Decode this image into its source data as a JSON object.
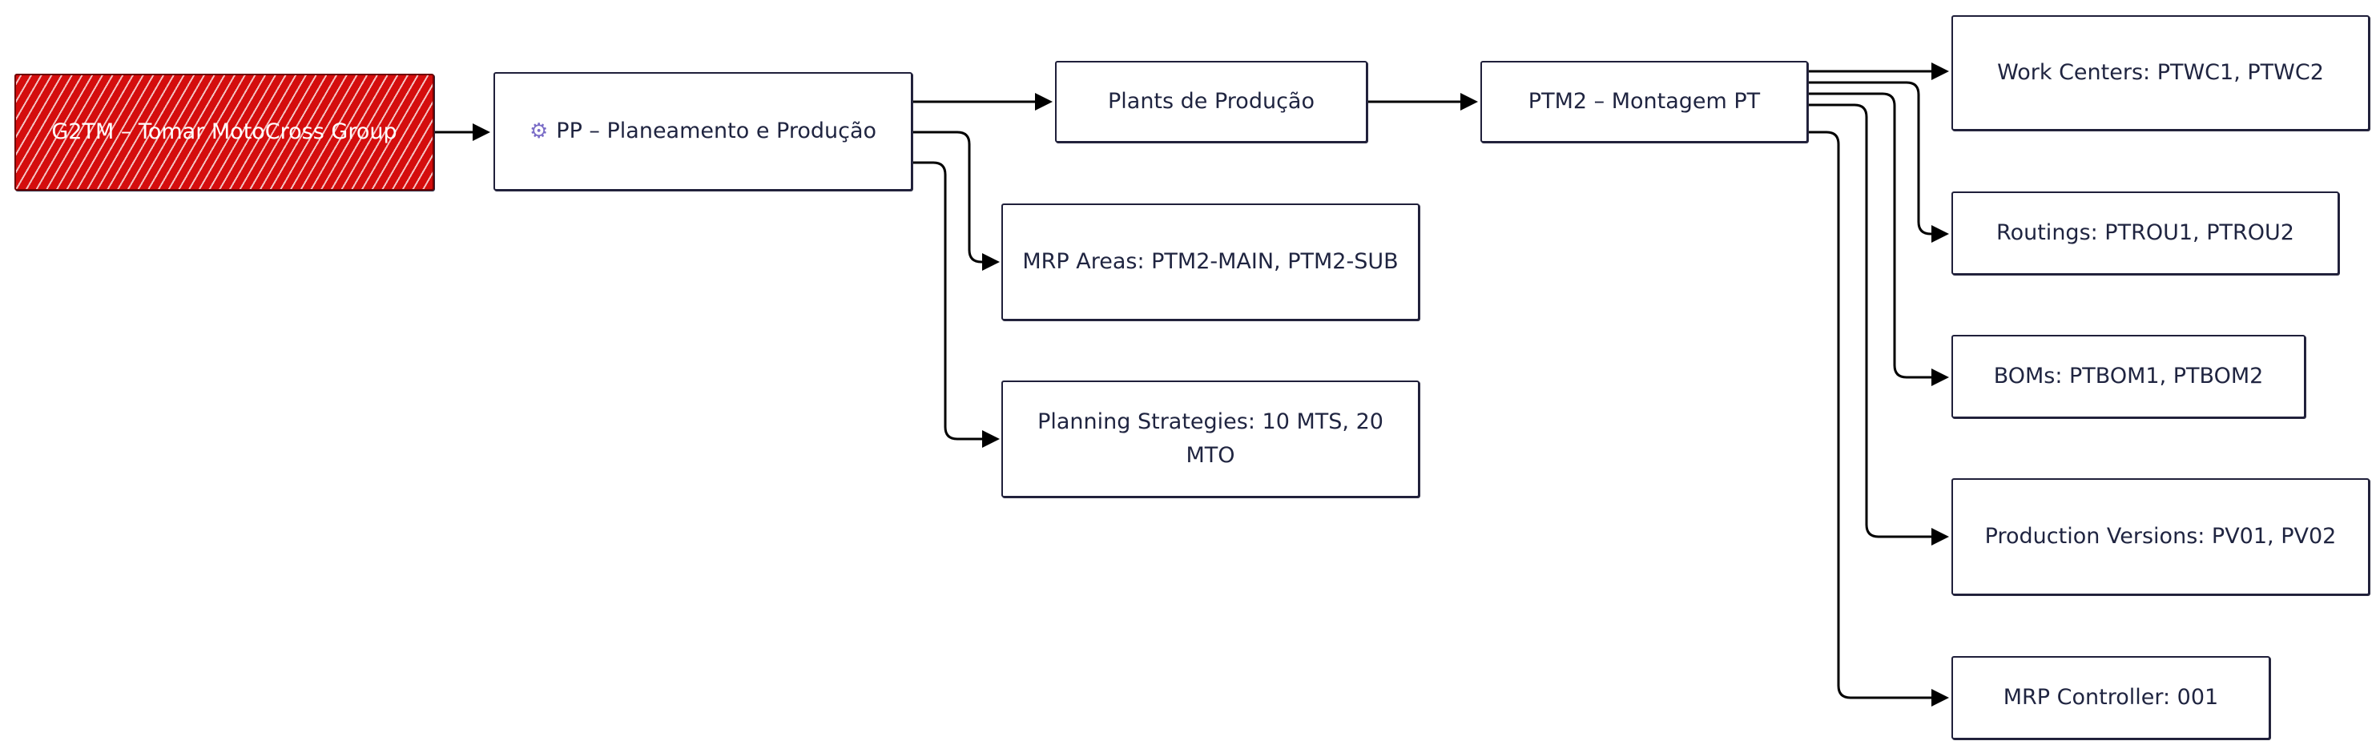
{
  "nodes": {
    "root": "G2TM – Tomar MotoCross Group",
    "pp": "PP – Planeamento e Produção",
    "plants": "Plants de Produção",
    "ptm2": "PTM2 – Montagem PT",
    "mrp_areas": "MRP Areas: PTM2-MAIN, PTM2-SUB",
    "strategies": "Planning Strategies: 10 MTS, 20 MTO",
    "work_centers": "Work Centers: PTWC1, PTWC2",
    "routings": "Routings: PTROU1, PTROU2",
    "boms": "BOMs: PTBOM1, PTBOM2",
    "prod_versions": "Production Versions: PV01, PV02",
    "mrp_controller": "MRP Controller: 001"
  },
  "icons": {
    "pp": "gear-icon"
  },
  "colors": {
    "root_fill": "#d40d0d",
    "stroke": "#1f1f3a",
    "text": "#1f2440"
  }
}
